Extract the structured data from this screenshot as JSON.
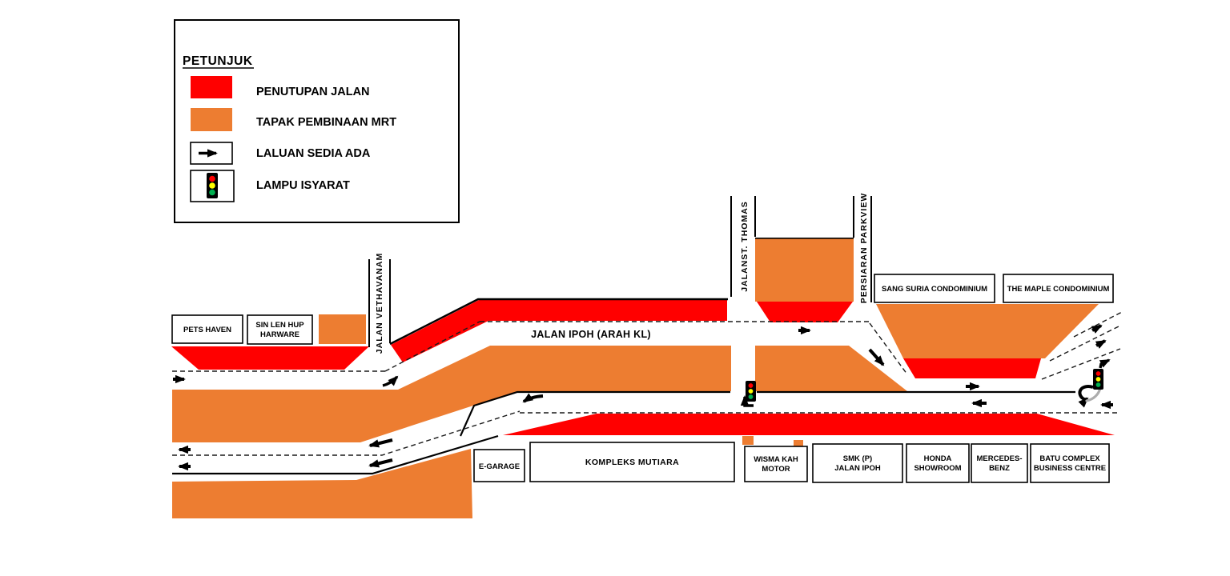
{
  "legend": {
    "title": "PETUNJUK",
    "items": [
      {
        "swatch": "road-closure-swatch",
        "label": "PENUTUPAN JALAN"
      },
      {
        "swatch": "mrt-site-swatch",
        "label": "TAPAK PEMBINAAN MRT"
      },
      {
        "swatch": "existing-route-arrow",
        "label": "LALUAN SEDIA ADA"
      },
      {
        "swatch": "traffic-light",
        "label": "LAMPU ISYARAT"
      }
    ]
  },
  "roads": {
    "main_label": "JALAN IPOH (ARAH KL)",
    "vethavanam": "JALAN VETHAVANAM",
    "st_thomas": "JALANST. THOMAS",
    "parkview": "PERSIARAN PARKVIEW"
  },
  "buildings": {
    "pets_haven": {
      "line1": "PETS HAVEN"
    },
    "sin_len_hup": {
      "line1": "SIN LEN HUP",
      "line2": "HARWARE"
    },
    "sang_suria": {
      "line1": "SANG SURIA CONDOMINIUM"
    },
    "maple": {
      "line1": "THE MAPLE CONDOMINIUM"
    },
    "e_garage": {
      "line1": "E-GARAGE"
    },
    "kompleks_mutiara": {
      "line1": "KOMPLEKS MUTIARA"
    },
    "wisma_kah_motor": {
      "line1": "WISMA KAH",
      "line2": "MOTOR"
    },
    "smk_jalan_ipoh": {
      "line1": "SMK (P)",
      "line2": "JALAN IPOH"
    },
    "honda": {
      "line1": "HONDA",
      "line2": "SHOWROOM"
    },
    "mercedes": {
      "line1": "MERCEDES-",
      "line2": "BENZ"
    },
    "batu_complex": {
      "line1": "BATU COMPLEX",
      "line2": "BUSINESS CENTRE"
    }
  },
  "colors": {
    "road_closure": "#FF0000",
    "mrt_construction_site": "#ED7D31",
    "traffic_light_red": "#FF0000",
    "traffic_light_yellow": "#FFFF00",
    "traffic_light_green": "#00B050",
    "turn_pocket_gray": "#ACACAC"
  }
}
